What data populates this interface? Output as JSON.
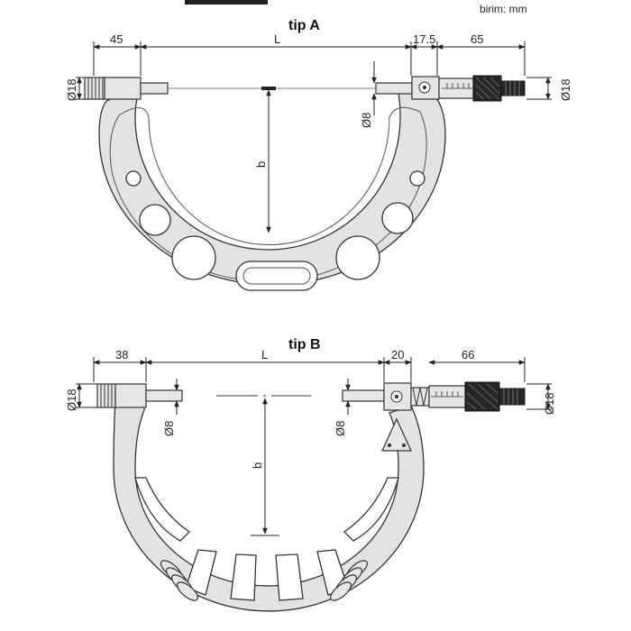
{
  "header": {
    "code_partial": "",
    "unit_label": "birim: mm"
  },
  "type_a": {
    "title": "tip A",
    "dims": {
      "left_anvil_len": "45",
      "span": "L",
      "right_gap": "17.5",
      "head_len": "65",
      "height": "b",
      "left_diameter": "Ø18",
      "right_diameter": "Ø18",
      "spindle_diameter": "Ø8"
    }
  },
  "type_b": {
    "title": "tip B",
    "dims": {
      "left_anvil_len": "38",
      "span": "L",
      "right_gap": "20",
      "head_len": "66",
      "height": "b",
      "left_diameter": "Ø18",
      "right_diameter": "Ø18",
      "left_spindle_diameter": "Ø8",
      "right_spindle_diameter": "Ø8"
    }
  }
}
